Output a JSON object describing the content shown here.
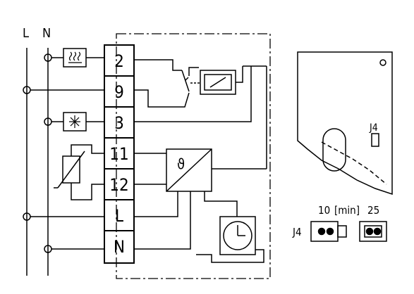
{
  "diagram": {
    "rail_labels": [
      "L",
      "N"
    ],
    "terminals": [
      "2",
      "9",
      "3",
      "11",
      "12",
      "L",
      "N"
    ],
    "sensor_symbol": "ϑ",
    "jumper_label": "J4",
    "board_jumper_label": "J4",
    "jumper_settings": {
      "left": "10",
      "unit": "[min]",
      "right": "25"
    },
    "icons": {
      "heating": "heating-icon",
      "cooling": "snowflake-icon",
      "clock": "clock-icon"
    }
  }
}
